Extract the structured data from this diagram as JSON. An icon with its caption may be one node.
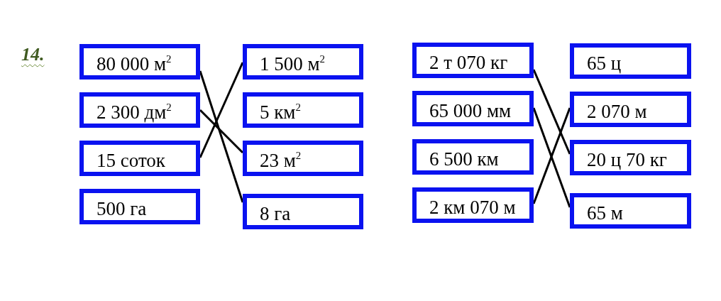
{
  "diagram": {
    "nodes": [
      {
        "text": [
          "80 000 м$^{2}$"
        ]
      },
      {
        "text": [
          "2 300 дм$^{2}$"
        ]
      },
      {
        "text": [
          "15 соток"
        ]
      },
      {
        "text": [
          "500 га"
        ]
      },
      {
        "text": [
          "1 500 м$^{2}$"
        ]
      },
      {
        "text": [
          "5 км$^{2}$"
        ]
      },
      {
        "text": [
          "23 м$^{2}$"
        ]
      },
      {
        "text": [
          "8 га"
        ]
      },
      {
        "text": [
          "2 т 070 кг"
        ]
      },
      {
        "text": [
          "65 000 мм"
        ]
      },
      {
        "text": [
          "6 500 км"
        ]
      },
      {
        "text": [
          "2 км 070 м"
        ]
      },
      {
        "text": [
          "65 ц"
        ]
      },
      {
        "text": [
          "2 070 м"
        ]
      },
      {
        "text": [
          "20 ц 70 кг"
        ]
      },
      {
        "text": [
          "65 м"
        ]
      }
    ],
    "edges": [
      {
        "from": 0,
        "to": 7,
        "arrow": "none"
      },
      {
        "from": 1,
        "to": 6,
        "arrow": "none"
      },
      {
        "from": 2,
        "to": 4,
        "arrow": "none"
      },
      {
        "from": 8,
        "to": 14,
        "arrow": "none"
      },
      {
        "from": 9,
        "to": 15,
        "arrow": "none"
      },
      {
        "from": 11,
        "to": 13,
        "arrow": "none"
      }
    ],
    "labels": [
      "14."
    ]
  }
}
